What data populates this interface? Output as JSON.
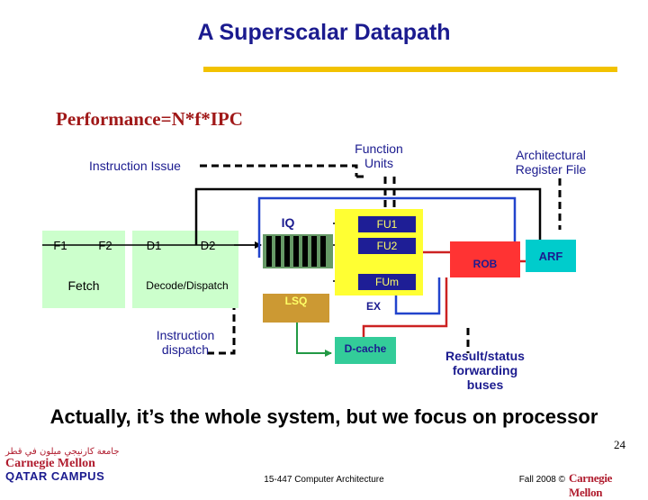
{
  "slide": {
    "title": "A Superscalar Datapath",
    "performance": "Performance=N*f*IPC",
    "tagline": "Actually, it’s the whole system, but we focus on processor",
    "page_number": "24"
  },
  "diagram": {
    "instruction_issue": "Instruction Issue",
    "function_units": "Function\nUnits",
    "arch_reg_file": "Architectural\nRegister File",
    "f1": "F1",
    "f2": "F2",
    "fetch": "Fetch",
    "d1": "D1",
    "d2": "D2",
    "decode_dispatch": "Decode/Dispatch",
    "instruction_dispatch": "Instruction\ndispatch",
    "iq": "IQ",
    "fu1": "FU1",
    "fu2": "FU2",
    "fum": "FUm",
    "lsq": "LSQ",
    "ex": "EX",
    "dcache": "D-cache",
    "rob": "ROB",
    "arf": "ARF",
    "result_status": "Result/status\nforwarding\nbuses"
  },
  "footer": {
    "course": "15-447 Computer Architecture",
    "date": "Fall 2008 ©",
    "logo_right": "Carnegie Mellon",
    "logo_left_arabic": "جامعة كارنيجي ميلون في قطر",
    "logo_left_cmu": "Carnegie Mellon",
    "logo_left_qatar": "QATAR CAMPUS"
  },
  "colors": {
    "title": "#1b1b8f",
    "rule": "#f2c200",
    "performance": "#a01818",
    "fetch_decode_box": "#ccffcc",
    "fu_box": "#ffff33",
    "fu_bar": "#1e1e96",
    "lsq": "#cc9933",
    "dcache": "#33cc99",
    "rob": "#ff3333",
    "arf": "#00cccc",
    "iq_fill": "#669966",
    "bus_red": "#cc2222",
    "bus_blue": "#2244cc",
    "bus_green": "#229944"
  }
}
